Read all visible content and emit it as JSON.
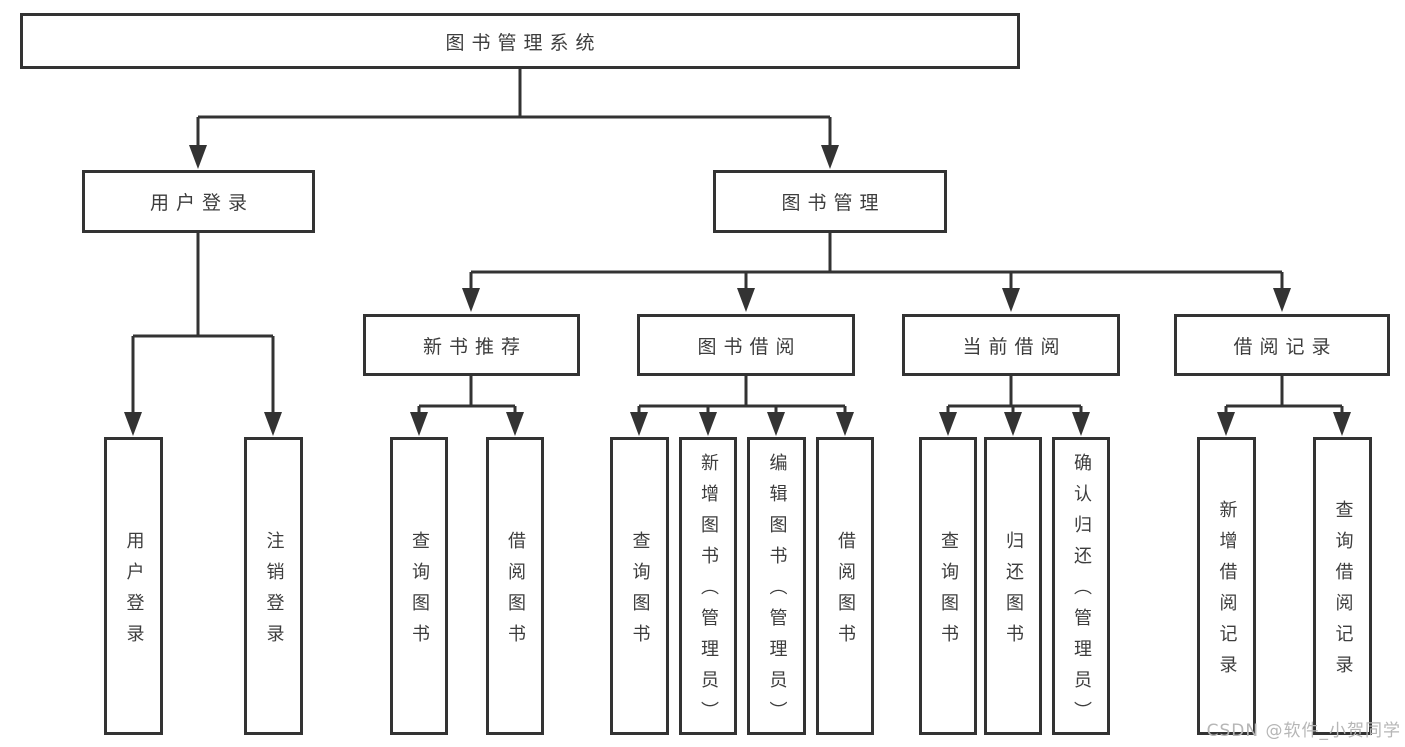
{
  "diagram": {
    "type": "hierarchy-flowchart",
    "tree": {
      "root": {
        "label": "图书管理系统"
      },
      "children": [
        {
          "label": "用户登录",
          "children": [
            {
              "label": "用户登录"
            },
            {
              "label": "注销登录"
            }
          ]
        },
        {
          "label": "图书管理",
          "children": [
            {
              "label": "新书推荐",
              "children": [
                {
                  "label": "查询图书"
                },
                {
                  "label": "借阅图书"
                }
              ]
            },
            {
              "label": "图书借阅",
              "children": [
                {
                  "label": "查询图书"
                },
                {
                  "label": "新增图书（管理员）"
                },
                {
                  "label": "编辑图书（管理员）"
                },
                {
                  "label": "借阅图书"
                }
              ]
            },
            {
              "label": "当前借阅",
              "children": [
                {
                  "label": "查询图书"
                },
                {
                  "label": "归还图书"
                },
                {
                  "label": "确认归还（管理员）"
                }
              ]
            },
            {
              "label": "借阅记录",
              "children": [
                {
                  "label": "新增借阅记录"
                },
                {
                  "label": "查询借阅记录"
                }
              ]
            }
          ]
        }
      ]
    },
    "colors": {
      "line": "#333333",
      "box_border": "#333333",
      "text": "#3d3d3d",
      "background": "#ffffff",
      "watermark": "#b6b6b6"
    }
  },
  "watermark": "CSDN @软件_小贺同学"
}
